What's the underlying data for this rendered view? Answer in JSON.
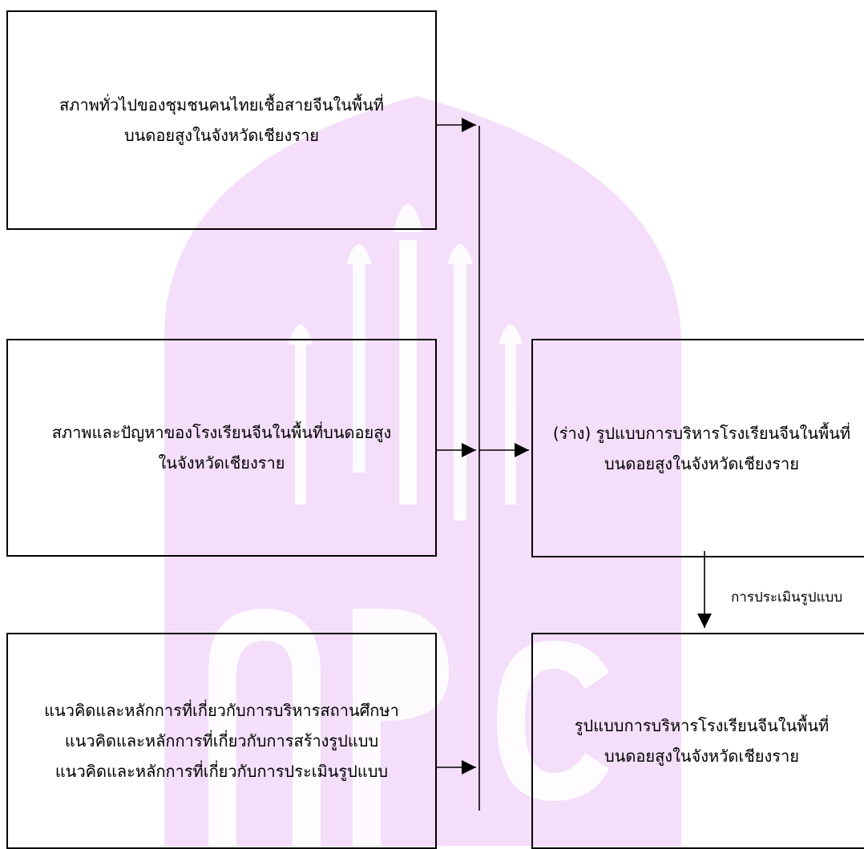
{
  "diagram": {
    "box1": {
      "lines": [
        "สภาพทั่วไปของชุมชนคนไทยเชื้อสายจีนในพื้นที่",
        "บนดอยสูงในจังหวัดเชียงราย"
      ]
    },
    "box2": {
      "lines": [
        "สภาพและปัญหาของโรงเรียนจีนในพื้นที่บนดอยสูง",
        "ในจังหวัดเชียงราย"
      ]
    },
    "box3": {
      "lines": [
        "แนวคิดและหลักการที่เกี่ยวกับการบริหารสถานศึกษา",
        "แนวคิดและหลักการที่เกี่ยวกับการสร้างรูปแบบ",
        "แนวคิดและหลักการที่เกี่ยวกับการประเมินรูปแบบ"
      ]
    },
    "box4": {
      "lines": [
        "(ร่าง) รูปแบบการบริหารโรงเรียนจีนในพื้นที่",
        "บนดอยสูงในจังหวัดเชียงราย"
      ]
    },
    "box5": {
      "lines": [
        "รูปแบบการบริหารโรงเรียนจีนในพื้นที่",
        "บนดอยสูงในจังหวัดเชียงราย"
      ]
    },
    "arrow_label": "การประเมินรูปแบบ"
  },
  "colors": {
    "watermark": "#f3dcfa",
    "stroke": "#000000"
  }
}
